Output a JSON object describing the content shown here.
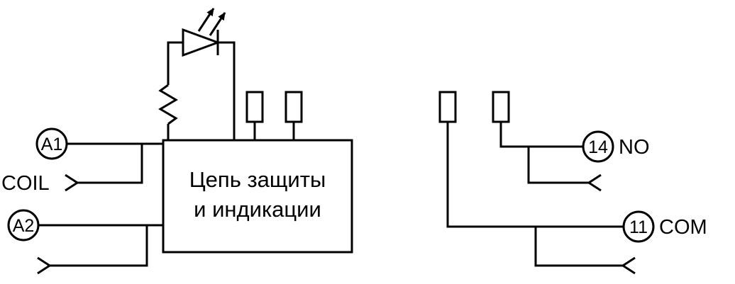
{
  "colors": {
    "line": "#000000",
    "background": "#ffffff",
    "text": "#000000"
  },
  "coil_section": {
    "terminal_a1": "A1",
    "terminal_a2": "A2",
    "coil_label": "COIL",
    "protection_box": {
      "line1": "Цепь защиты",
      "line2": "и индикации"
    }
  },
  "contact_section": {
    "terminal_14": "14",
    "terminal_14_label": "NO",
    "terminal_11": "11",
    "terminal_11_label": "COM"
  },
  "icons": {
    "led": "led-icon",
    "light_arrows": "light-emission-arrows-icon",
    "resistor": "resistor-icon",
    "pin_contact": "pin-contact-icon",
    "plug_chevron": "plug-chevron-icon"
  }
}
